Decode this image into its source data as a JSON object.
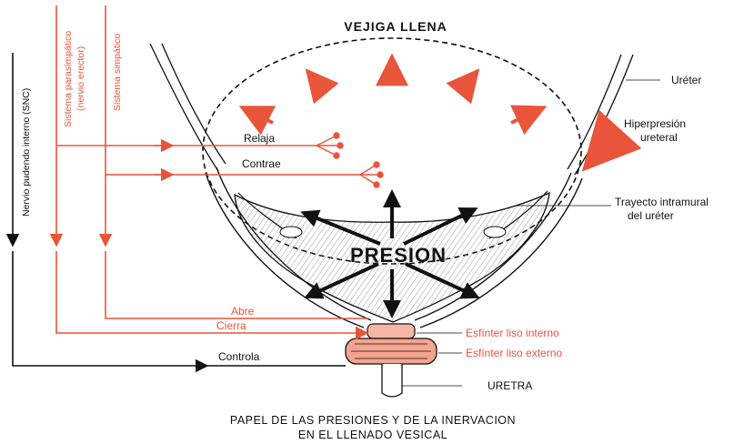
{
  "title": "VEJIGA LLENA",
  "center_label": "PRESION",
  "nerves": {
    "snc": "Nervio pudendo interno (SNC)",
    "parasympathetic_line1": "Sistema parasimpático",
    "parasympathetic_line2": "(nervio erector)",
    "sympathetic": "Sistema simpático"
  },
  "actions": {
    "relaja": "Relaja",
    "contrae": "Contrae",
    "abre": "Abre",
    "cierra": "Cierra",
    "controla": "Controla"
  },
  "right_labels": {
    "ureter": "Uréter",
    "hiperpresion_line1": "Hiperpresión",
    "hiperpresion_line2": "ureteral",
    "trayecto_line1": "Trayecto intramural",
    "trayecto_line2": "del uréter",
    "esfinter_interno": "Esfínter liso interno",
    "esfinter_externo": "Esfínter liso externo",
    "uretra": "URETRA"
  },
  "caption_line1": "PAPEL DE LAS PRESIONES Y DE LA INERVACION",
  "caption_line2": "EN EL LLENADO VESICAL",
  "colors": {
    "red": "#e8553a",
    "black": "#111111"
  }
}
